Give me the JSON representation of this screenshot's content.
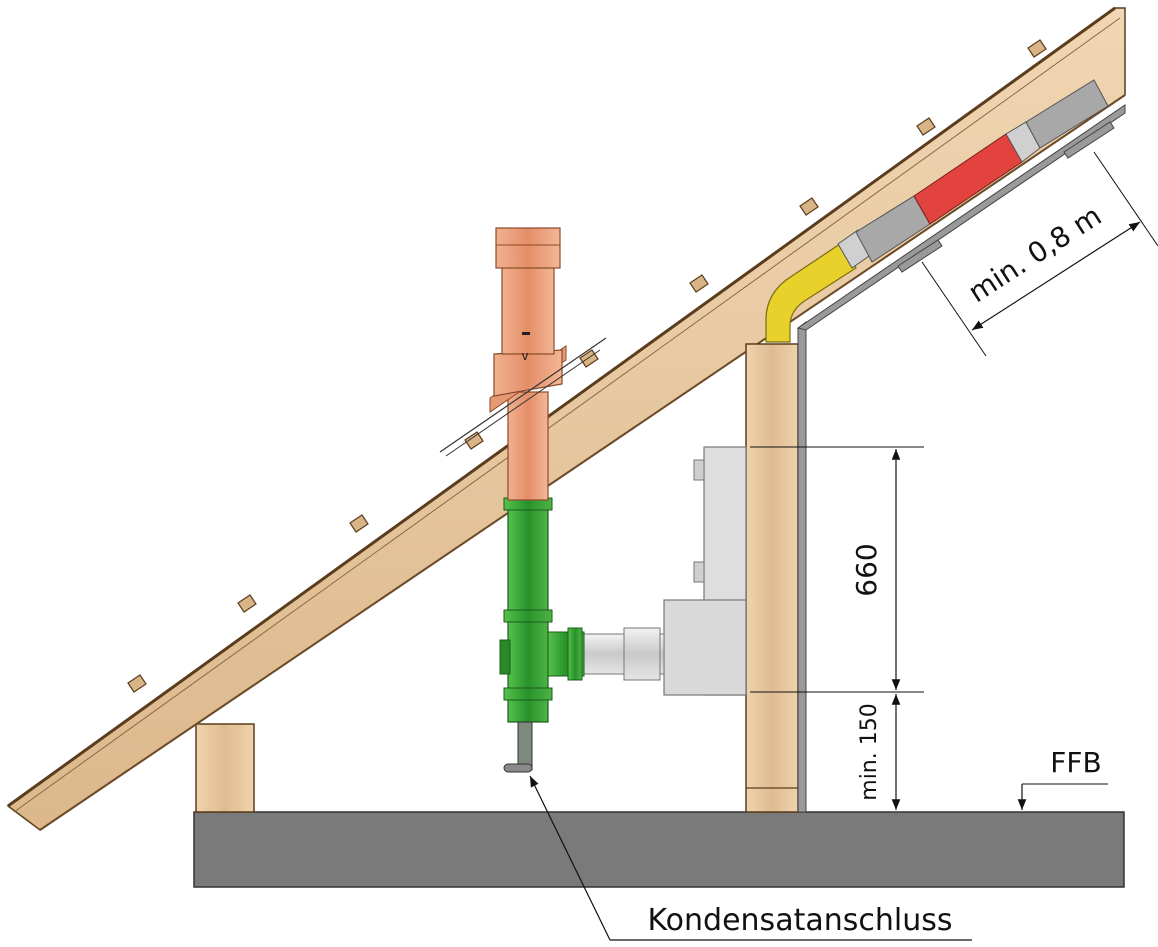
{
  "labels": {
    "condensate": "Kondensatanschluss",
    "ffb": "FFB",
    "dim_660": "660",
    "dim_min150": "min. 150",
    "dim_min08": "min. 0,8 m"
  },
  "colors": {
    "wood": "#e3c29b",
    "wood_edge": "#5b3d1e",
    "floor": "#7b7b7b",
    "flue_orange": "#e69a74",
    "pipe_green": "#2e9a2a",
    "pipe_gray": "#a9a9a9",
    "pipe_yellow": "#e8d12a",
    "pipe_red": "#e2433e",
    "boiler": "#dcdcdc"
  }
}
